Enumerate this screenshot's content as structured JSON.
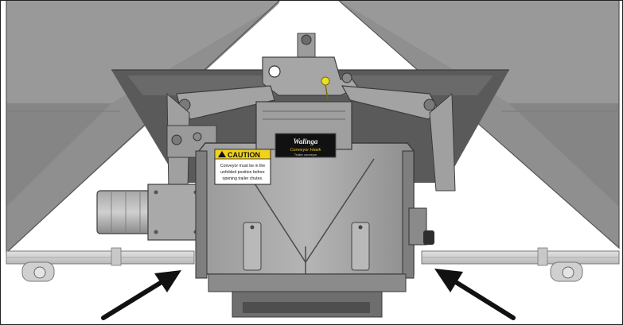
{
  "caution_label": {
    "heading": "CAUTION",
    "lines": [
      "Conveyor must be in the",
      "unfolded position before",
      "opening trailer chutes."
    ]
  },
  "brand_plate": {
    "brand": "Walinga",
    "product": "Conveyor Hawk",
    "sub": "Trailer conveyor"
  },
  "colors": {
    "hopper": "#8c8c8c",
    "hopper_dark": "#5e5e5e",
    "frame_metal": "#b8b8b8",
    "rail": "#d4d4d4",
    "arrow": "#111111",
    "caution_yellow": "#f2d21a",
    "pin_yellow": "#e8e02a"
  },
  "annotations": {
    "arrows": [
      "arrow-pointing-left-rail",
      "arrow-pointing-right-rail"
    ]
  }
}
